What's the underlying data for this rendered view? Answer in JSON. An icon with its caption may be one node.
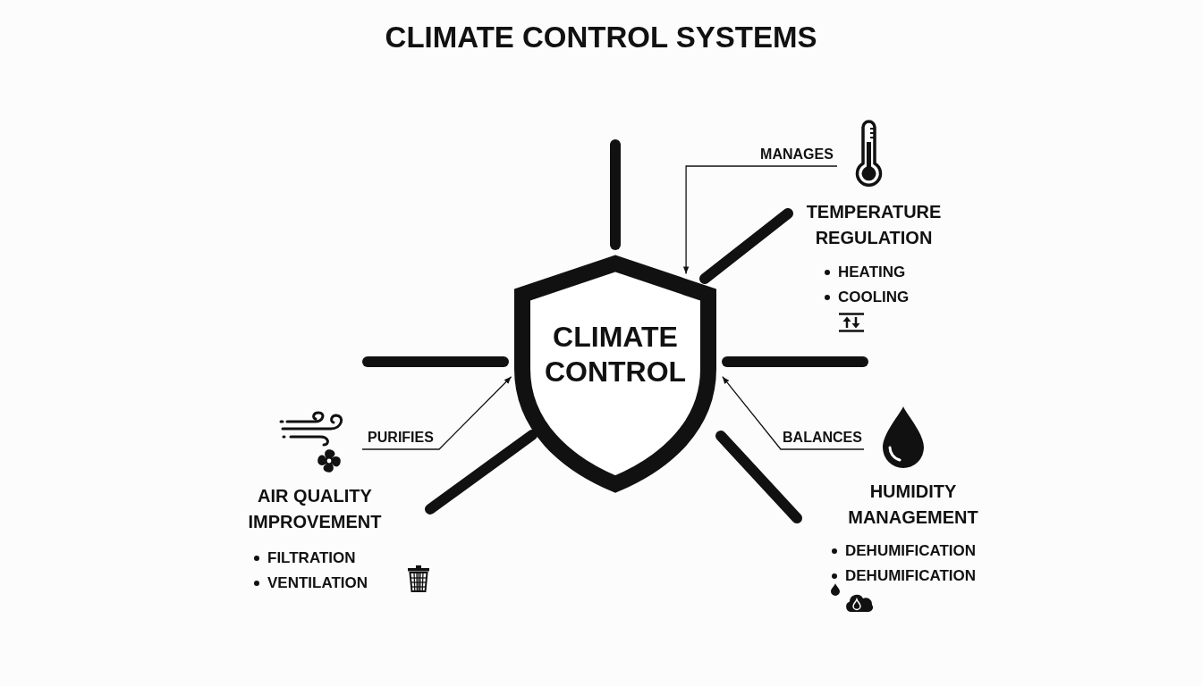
{
  "diagram": {
    "title": "CLIMATE CONTROL SYSTEMS",
    "nodes": [
      {
        "text": [
          "CLIMATE CONTROL"
        ]
      },
      {
        "text": [
          "MANAGES"
        ]
      },
      {
        "text": [
          "PURIFIES"
        ]
      },
      {
        "text": [
          "BALANCES"
        ]
      }
    ],
    "edges": [
      {
        "from": 1,
        "to": 0,
        "arrow": "to"
      },
      {
        "from": 2,
        "to": 0,
        "arrow": "to"
      },
      {
        "from": 3,
        "to": 0,
        "arrow": "to"
      }
    ],
    "labels": [
      "TEMPERATURE REGULATION",
      "HEATING",
      "COOLING",
      "AIR QUALITY IMPROVEMENT",
      "FILTRATION",
      "VENTILATION",
      "HUMIDITY MANAGEMENT",
      "DEHUMIFICATION",
      "DEHUMIFICATION"
    ]
  }
}
